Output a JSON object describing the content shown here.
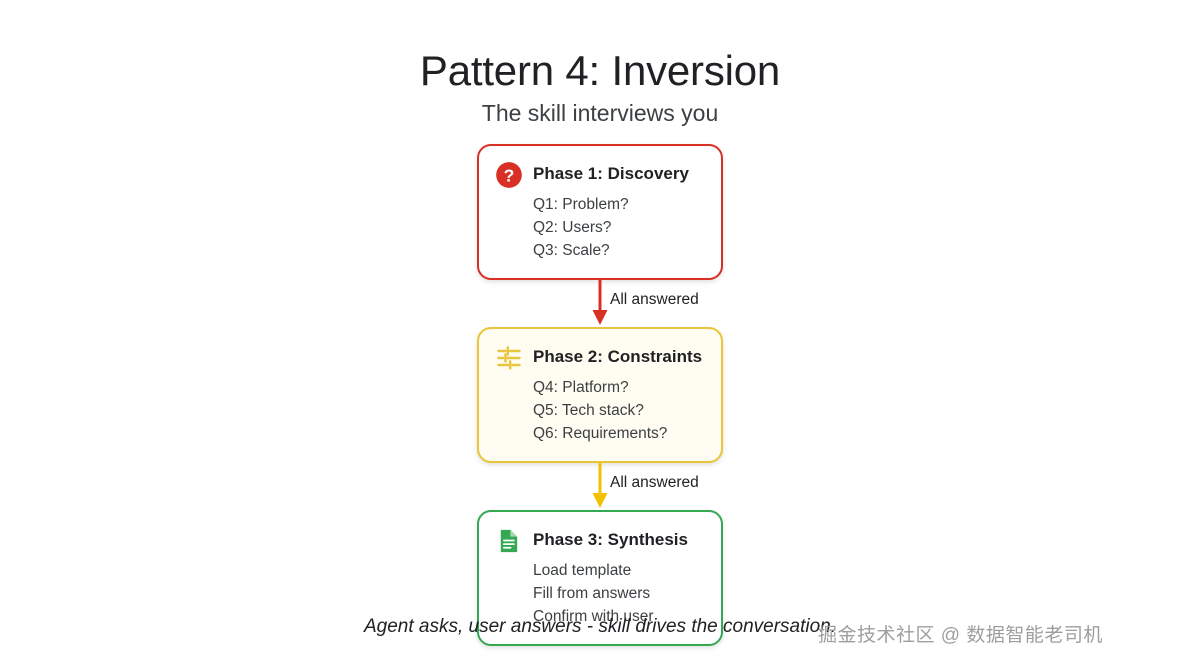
{
  "header": {
    "title": "Pattern 4: Inversion",
    "subtitle": "The skill interviews you"
  },
  "flow": {
    "phases": [
      {
        "icon": "question-mark-circle-icon",
        "title": "Phase 1: Discovery",
        "color": "#d93025",
        "lines": [
          "Q1: Problem?",
          "Q2: Users?",
          "Q3: Scale?"
        ]
      },
      {
        "icon": "tune-sliders-icon",
        "title": "Phase 2: Constraints",
        "color": "#e8c53a",
        "lines": [
          "Q4: Platform?",
          "Q5: Tech stack?",
          "Q6: Requirements?"
        ]
      },
      {
        "icon": "document-icon",
        "title": "Phase 3: Synthesis",
        "color": "#34a853",
        "lines": [
          "Load template",
          "Fill from answers",
          "Confirm with user"
        ]
      }
    ],
    "connectors": [
      {
        "label": "All answered",
        "color": "#d93025"
      },
      {
        "label": "All answered",
        "color": "#f2c200"
      }
    ]
  },
  "caption": "Agent asks, user answers - skill drives the conversation.",
  "watermark": "掘金技术社区 @ 数据智能老司机"
}
